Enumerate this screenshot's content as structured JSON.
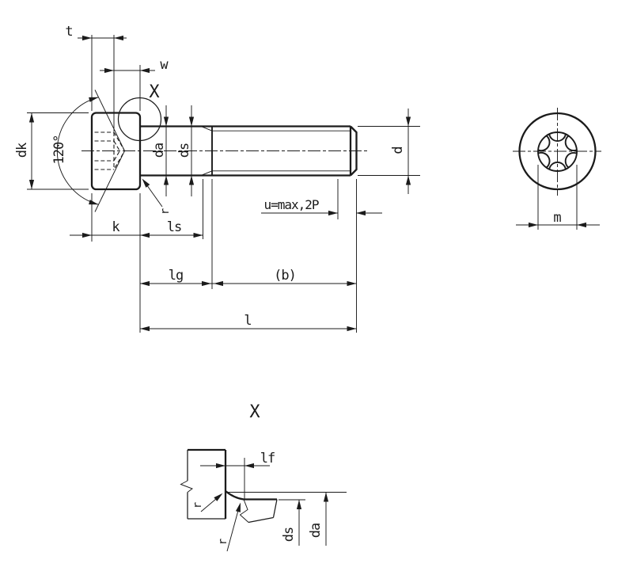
{
  "drawing": {
    "background_color": "#ffffff",
    "line_color": "#1b1b1b",
    "side_view": {
      "dims": {
        "t": "t",
        "w": "w",
        "dk": "dk",
        "angle": "120°",
        "da": "da",
        "ds": "ds",
        "r": "r",
        "k": "k",
        "ls": "ls",
        "u": "u=max,2P",
        "d": "d",
        "lg": "lg",
        "b": "(b)",
        "l": "l"
      },
      "detail_marker": "X"
    },
    "end_view": {
      "dims": {
        "m": "m"
      }
    },
    "detail_view": {
      "title": "X",
      "dims": {
        "lf": "lf",
        "r_head": "r",
        "r_shank": "r",
        "ds": "ds",
        "da": "da"
      }
    }
  }
}
